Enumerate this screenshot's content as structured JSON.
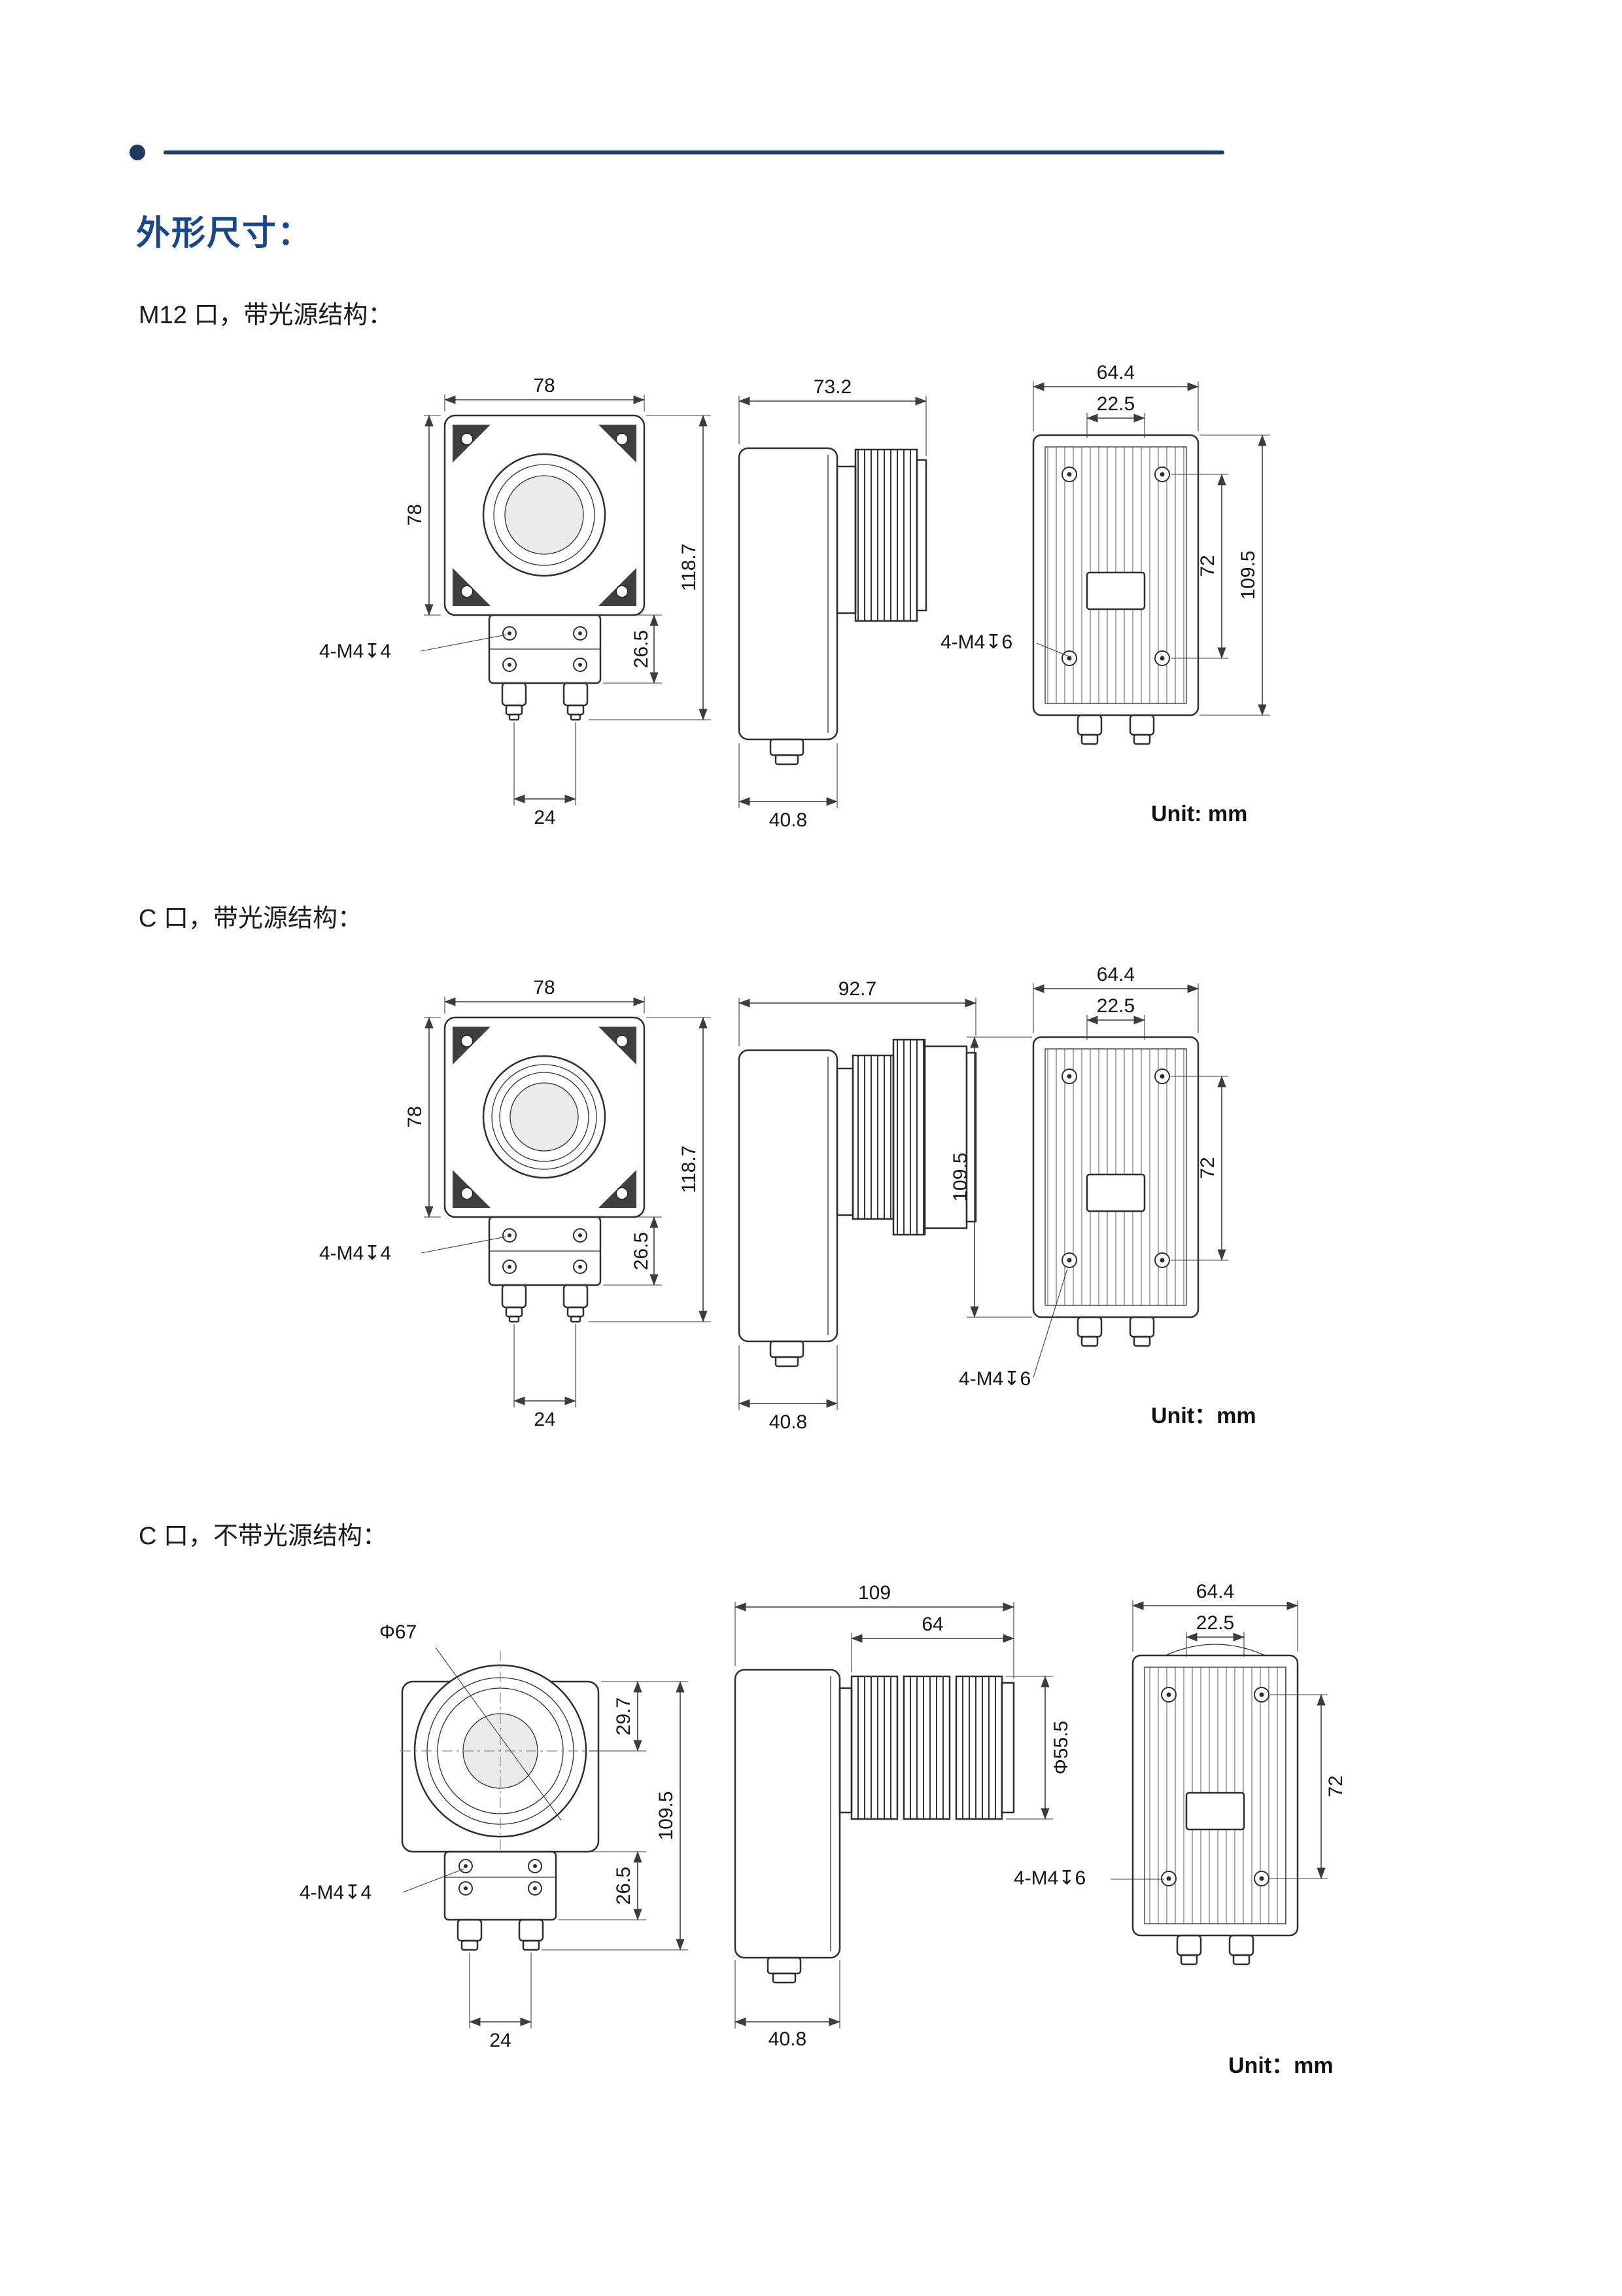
{
  "header": {
    "title": "外形尺寸："
  },
  "sections": [
    {
      "label": "M12 口，带光源结构：",
      "unit": "Unit: mm",
      "front": {
        "width": "78",
        "height": "78",
        "total_height": "118.7",
        "block_height": "26.5",
        "connector_spacing": "24",
        "screw_note": "4-M4↧4"
      },
      "side": {
        "total_width": "73.2",
        "body_width": "40.8"
      },
      "back": {
        "width": "64.4",
        "inner_width": "22.5",
        "screw_span": "72",
        "height": "109.5",
        "screw_note": "4-M4↧6"
      }
    },
    {
      "label": "C 口，带光源结构：",
      "unit": "Unit：mm",
      "front": {
        "width": "78",
        "height": "78",
        "total_height": "118.7",
        "block_height": "26.5",
        "connector_spacing": "24",
        "screw_note": "4-M4↧4"
      },
      "side": {
        "total_width": "92.7",
        "body_width": "40.8"
      },
      "back": {
        "width": "64.4",
        "inner_width": "22.5",
        "screw_span": "72",
        "height": "109.5",
        "screw_note": "4-M4↧6"
      }
    },
    {
      "label": "C 口，不带光源结构：",
      "unit": "Unit：mm",
      "front": {
        "lens_dia": "Φ67",
        "lens_center_offset": "29.7",
        "total_height": "109.5",
        "block_height": "26.5",
        "connector_spacing": "24",
        "screw_note": "4-M4↧4"
      },
      "side": {
        "total_width": "109",
        "lens_length": "64",
        "lens_dia": "Φ55.5",
        "body_width": "40.8"
      },
      "back": {
        "width": "64.4",
        "inner_width": "22.5",
        "screw_span": "72",
        "screw_note": "4-M4↧6"
      }
    }
  ]
}
